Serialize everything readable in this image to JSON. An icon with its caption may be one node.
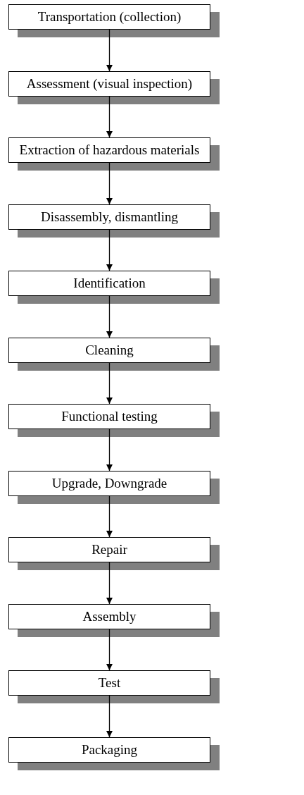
{
  "diagram": {
    "nodes": [
      {
        "text": [
          "Transportation (collection)"
        ]
      },
      {
        "text": [
          "Assessment (visual inspection)"
        ]
      },
      {
        "text": [
          "Extraction of hazardous materials"
        ]
      },
      {
        "text": [
          "Disassembly, dismantling"
        ]
      },
      {
        "text": [
          "Identification"
        ]
      },
      {
        "text": [
          "Cleaning"
        ]
      },
      {
        "text": [
          "Functional testing"
        ]
      },
      {
        "text": [
          "Upgrade, Downgrade"
        ]
      },
      {
        "text": [
          "Repair"
        ]
      },
      {
        "text": [
          "Assembly"
        ]
      },
      {
        "text": [
          "Test"
        ]
      },
      {
        "text": [
          "Packaging"
        ]
      }
    ],
    "edges": [
      {
        "from": 0,
        "to": 1,
        "arrow": "to"
      },
      {
        "from": 1,
        "to": 2,
        "arrow": "to"
      },
      {
        "from": 2,
        "to": 3,
        "arrow": "to"
      },
      {
        "from": 3,
        "to": 4,
        "arrow": "to"
      },
      {
        "from": 4,
        "to": 5,
        "arrow": "to"
      },
      {
        "from": 5,
        "to": 6,
        "arrow": "to"
      },
      {
        "from": 6,
        "to": 7,
        "arrow": "to"
      },
      {
        "from": 7,
        "to": 8,
        "arrow": "to"
      },
      {
        "from": 8,
        "to": 9,
        "arrow": "to"
      },
      {
        "from": 9,
        "to": 10,
        "arrow": "to"
      },
      {
        "from": 10,
        "to": 11,
        "arrow": "to"
      }
    ]
  }
}
